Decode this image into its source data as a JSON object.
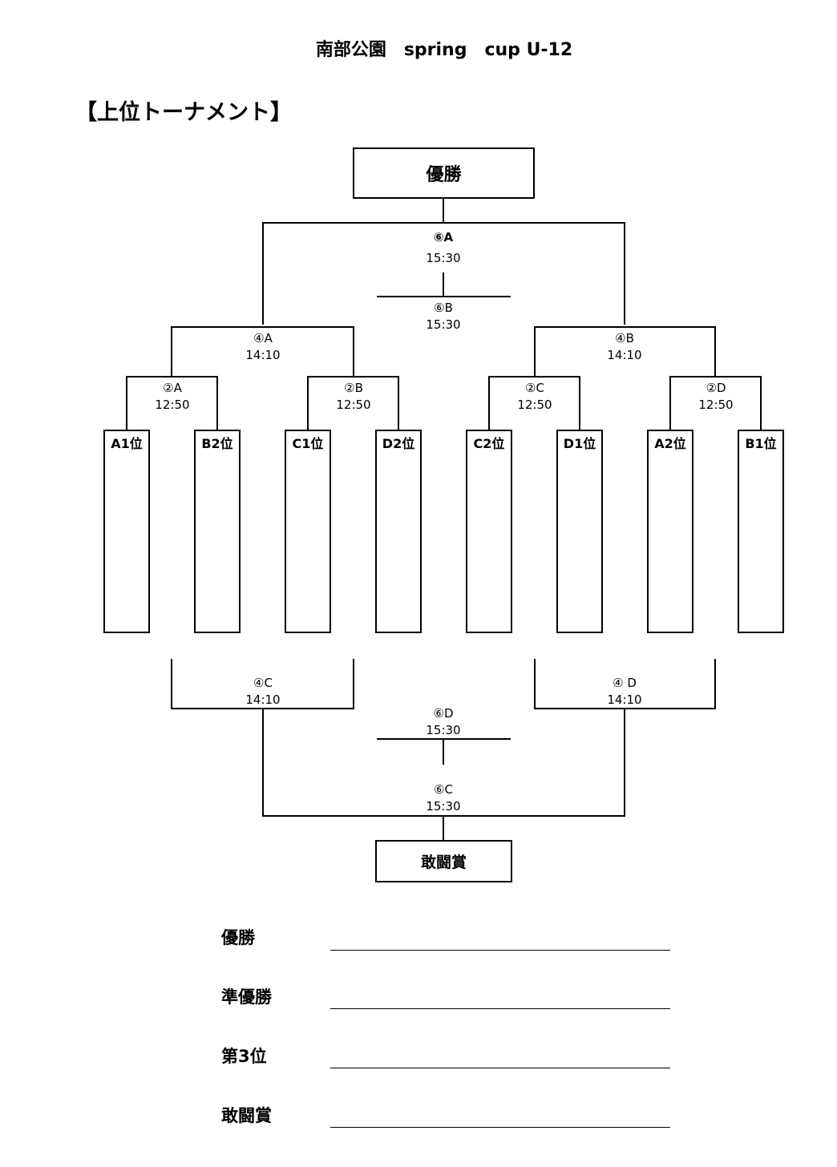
{
  "title": "南部公園　spring　cup U-12",
  "heading": "【上位トーナメント】",
  "champion_box": "優勝",
  "fighting_spirit_box": "敢闘賞",
  "seeds": [
    "A1位",
    "B2位",
    "C1位",
    "D2位",
    "C2位",
    "D1位",
    "A2位",
    "B1位"
  ],
  "matches": {
    "m2A": {
      "label": "②A",
      "time": "12:50"
    },
    "m2B": {
      "label": "②B",
      "time": "12:50"
    },
    "m2C": {
      "label": "②C",
      "time": "12:50"
    },
    "m2D": {
      "label": "②D",
      "time": "12:50"
    },
    "m4A": {
      "label": "④A",
      "time": "14:10"
    },
    "m4B": {
      "label": "④B",
      "time": "14:10"
    },
    "m4C": {
      "label": "④C",
      "time": "14:10"
    },
    "m4D": {
      "label": "④ D",
      "time": "14:10"
    },
    "m6A": {
      "label": "⑥A",
      "time": "15:30"
    },
    "m6B": {
      "label": "⑥B",
      "time": "15:30"
    },
    "m6C": {
      "label": "⑥C",
      "time": "15:30"
    },
    "m6D": {
      "label": "⑥D",
      "time": "15:30"
    }
  },
  "results": [
    "優勝",
    "準優勝",
    "第3位",
    "敢闘賞"
  ]
}
